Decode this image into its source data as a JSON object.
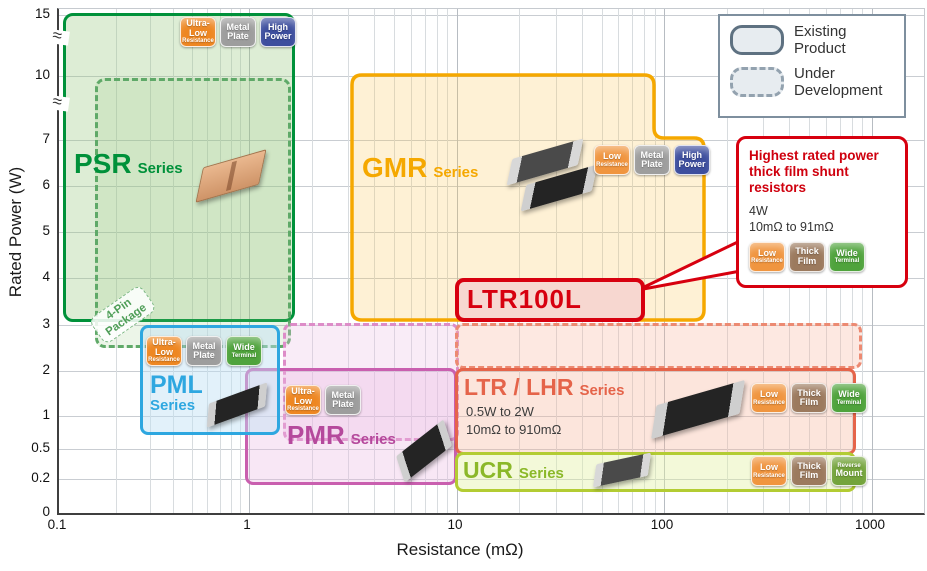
{
  "axes": {
    "x": {
      "label": "Resistance (mΩ)",
      "ticks": [
        "0.1",
        "1",
        "10",
        "100",
        "1000"
      ]
    },
    "y": {
      "label": "Rated Power (W)",
      "ticks": [
        "0",
        "0.2",
        "0.5",
        "1",
        "2",
        "3",
        "4",
        "5",
        "6",
        "7",
        "10",
        "15"
      ],
      "break_glyph": "≈"
    }
  },
  "legend": {
    "existing_line1": "Existing",
    "existing_line2": "Product",
    "under_line1": "Under",
    "under_line2": "Development"
  },
  "series": {
    "psr": {
      "name": "PSR",
      "series_word": "Series",
      "note_line1": "4-Pin",
      "note_line2": "Package"
    },
    "gmr": {
      "name": "GMR",
      "series_word": "Series"
    },
    "ltr100l": {
      "label": "LTR100L"
    },
    "pml": {
      "name": "PML",
      "series_word": "Series"
    },
    "pmr": {
      "name": "PMR",
      "series_word": "Series"
    },
    "ltrlhr": {
      "name": "LTR / LHR",
      "series_word": "Series",
      "power_range": "0.5W to 2W",
      "resistance_range": "10mΩ to 910mΩ"
    },
    "ucr": {
      "name": "UCR",
      "series_word": "Series"
    }
  },
  "callout": {
    "title": "Highest rated power thick film shunt resistors",
    "power": "4W",
    "range": "10mΩ to 91mΩ"
  },
  "badges": {
    "ultra_low": {
      "lines": [
        "Ultra-",
        "Low",
        "Resistance"
      ],
      "bg": "#ee8722"
    },
    "metal_plate": {
      "lines": [
        "Metal",
        "Plate"
      ],
      "bg": "#9d9d9d"
    },
    "high_power": {
      "lines": [
        "High",
        "Power"
      ],
      "bg": "#3d4e9e"
    },
    "low_res": {
      "lines": [
        "Low",
        "Resistance"
      ],
      "bg": "#f0953f"
    },
    "thick_film": {
      "lines": [
        "Thick",
        "Film"
      ],
      "bg": "#9c7a5e"
    },
    "wide_term": {
      "lines": [
        "Wide",
        "Terminal"
      ],
      "bg": "#4fa33c"
    },
    "reverse_mount": {
      "lines": [
        "Reverse",
        "Mount"
      ],
      "bg": "#74a43c"
    }
  },
  "chart_data": {
    "type": "range-map",
    "xlabel": "Resistance (mΩ)",
    "ylabel": "Rated Power (W)",
    "x_scale": "log",
    "x_range_mohm": [
      0.1,
      1000
    ],
    "y_ticks_w": [
      0,
      0.2,
      0.5,
      1,
      2,
      3,
      4,
      5,
      6,
      7,
      10,
      15
    ],
    "y_axis_breaks": [
      [
        7,
        10
      ],
      [
        10,
        15
      ]
    ],
    "legend": [
      "Existing Product",
      "Under Development"
    ],
    "regions": [
      {
        "series": "PSR Series",
        "status": "existing",
        "resistance_mohm": [
          0.1,
          1.7
        ],
        "rated_power_w": [
          3,
          15
        ],
        "features": [
          "Ultra-Low Resistance",
          "Metal Plate",
          "High Power"
        ]
      },
      {
        "series": "PSR Series (4-Pin Package)",
        "status": "under_development",
        "resistance_mohm": [
          0.16,
          1.6
        ],
        "rated_power_w": [
          2.6,
          10
        ],
        "features": []
      },
      {
        "series": "GMR Series",
        "status": "existing",
        "resistance_mohm": [
          3,
          160
        ],
        "rated_power_w": [
          3,
          10
        ],
        "features": [
          "Low Resistance",
          "Metal Plate",
          "High Power"
        ]
      },
      {
        "series": "LTR100L",
        "status": "existing",
        "resistance_mohm": [
          10,
          91
        ],
        "rated_power_w": [
          3,
          4
        ],
        "features": [
          "Low Resistance",
          "Thick Film",
          "Wide Terminal"
        ],
        "note": "Highest rated power thick film shunt resistors: 4W, 10mΩ to 91mΩ"
      },
      {
        "series": "PML Series",
        "status": "existing",
        "resistance_mohm": [
          0.27,
          1.4
        ],
        "rated_power_w": [
          0.8,
          3
        ],
        "features": [
          "Ultra-Low Resistance",
          "Metal Plate",
          "Wide Terminal"
        ]
      },
      {
        "series": "PMR Series",
        "status": "under_development",
        "resistance_mohm": [
          1.5,
          10
        ],
        "rated_power_w": [
          0.8,
          3
        ],
        "features": []
      },
      {
        "series": "PMR Series",
        "status": "existing",
        "resistance_mohm": [
          1,
          10
        ],
        "rated_power_w": [
          0.2,
          2
        ],
        "features": [
          "Ultra-Low Resistance",
          "Metal Plate"
        ]
      },
      {
        "series": "LTR / LHR Series",
        "status": "under_development",
        "resistance_mohm": [
          10,
          1000
        ],
        "rated_power_w": [
          2,
          3
        ],
        "features": []
      },
      {
        "series": "LTR / LHR Series",
        "status": "existing",
        "resistance_mohm": [
          10,
          910
        ],
        "rated_power_w": [
          0.5,
          2
        ],
        "features": [
          "Low Resistance",
          "Thick Film",
          "Wide Terminal"
        ],
        "note": "0.5W to 2W, 10mΩ to 910mΩ"
      },
      {
        "series": "UCR Series",
        "status": "existing",
        "resistance_mohm": [
          10,
          910
        ],
        "rated_power_w": [
          0.1,
          0.5
        ],
        "features": [
          "Low Resistance",
          "Thick Film",
          "Reverse Mount"
        ]
      }
    ]
  }
}
